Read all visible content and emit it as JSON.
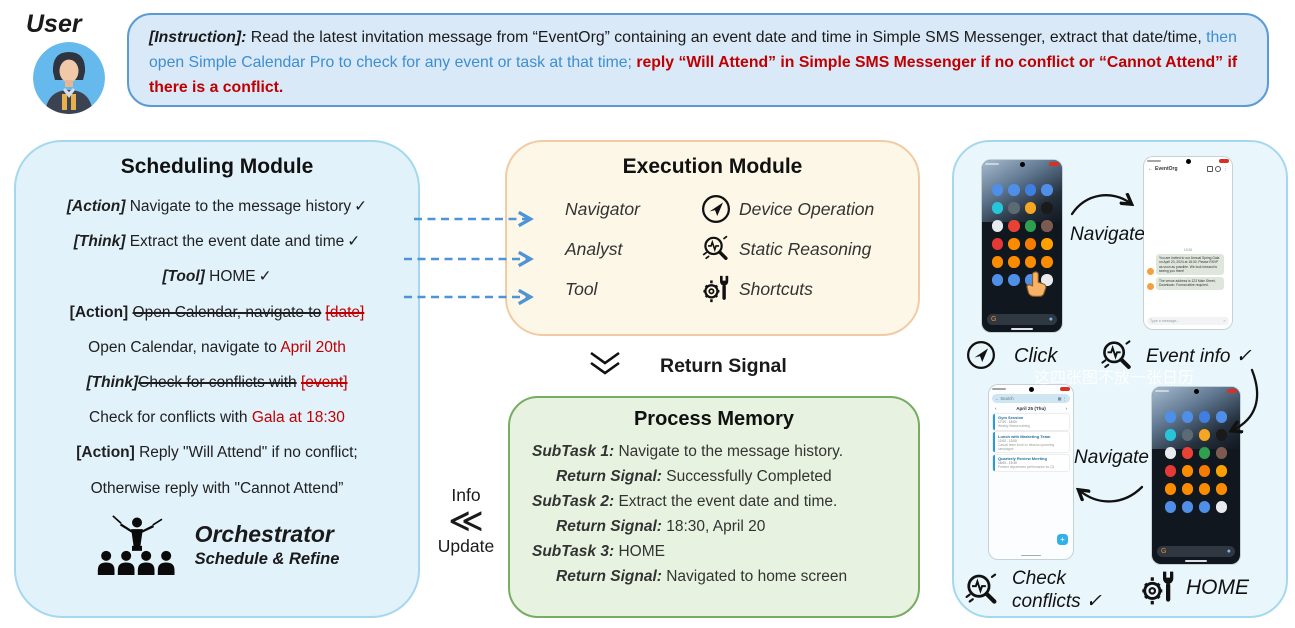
{
  "user": {
    "label": "User"
  },
  "instruction": {
    "label": "[Instruction]:",
    "part_black": "Read the latest invitation message from “EventOrg” containing an event date and time in Simple SMS Messenger, extract that date/time,",
    "part_blue": "then open Simple Calendar Pro to check for any event or task at that time;",
    "part_red": "reply “Will Attend” in Simple SMS Messenger if no conflict or “Cannot Attend” if there is a conflict."
  },
  "scheduling": {
    "title": "Scheduling Module",
    "steps": [
      {
        "tag": "[Action]",
        "text": "Navigate to the message history",
        "check": "✓"
      },
      {
        "tag": "[Think]",
        "text": "Extract the event date and time",
        "check": "✓"
      },
      {
        "tag": "[Tool]",
        "text": "HOME",
        "check": "✓"
      },
      {
        "tag": "[Action]",
        "struck": "Open Calendar, navigate to",
        "struck_red": "[date]"
      },
      {
        "text": "Open Calendar, navigate to",
        "red": "April 20th"
      },
      {
        "tag": "[Think]",
        "struck": "Check for conflicts with",
        "struck_red": "[event]"
      },
      {
        "text": "Check for conflicts with",
        "red": "Gala at 18:30"
      },
      {
        "tag": "[Action]",
        "text": "Reply \"Will Attend\" if no conflict;"
      },
      {
        "text": "Otherwise reply with \"Cannot Attend”"
      }
    ],
    "orchestrator": {
      "title": "Orchestrator",
      "subtitle": "Schedule & Refine"
    }
  },
  "execution": {
    "title": "Execution Module",
    "rows": [
      {
        "role": "Navigator",
        "icon": "paper-plane-icon",
        "desc": "Device Operation"
      },
      {
        "role": "Analyst",
        "icon": "magnifier-pulse-icon",
        "desc": "Static Reasoning"
      },
      {
        "role": "Tool",
        "icon": "gear-wrench-icon",
        "desc": "Shortcuts"
      }
    ]
  },
  "return_signal": {
    "label": "Return Signal"
  },
  "info_update": {
    "top": "Info",
    "glyph": "≪",
    "bottom": "Update"
  },
  "memory": {
    "title": "Process Memory",
    "entries": [
      {
        "label": "SubTask 1:",
        "text": "Navigate to the message history.",
        "indent": false
      },
      {
        "label": "Return Signal:",
        "text": "Successfully Completed",
        "indent": true
      },
      {
        "label": "SubTask 2:",
        "text": "Extract the event date and time.",
        "indent": false
      },
      {
        "label": "Return Signal:",
        "text": "18:30, April 20",
        "indent": true
      },
      {
        "label": "SubTask 3:",
        "text": "HOME",
        "indent": false
      },
      {
        "label": "Return Signal:",
        "text": "Navigated to home screen",
        "indent": true
      }
    ]
  },
  "right_panel": {
    "watermark": "这四张图不放一张日历",
    "labels": {
      "navigate_top": "Navigate",
      "click": "Click",
      "event_info": "Event info ✓",
      "navigate_bottom": "Navigate",
      "check_line1": "Check",
      "check_line2": "conflicts ✓",
      "home": "HOME"
    },
    "home_screen": {
      "search_g": "G",
      "mic": "🎙",
      "icon_colors": [
        "#4f8fe8",
        "#4f8fe8",
        "#3f7fe0",
        "#4f8fe8",
        "#26c6da",
        "#5c6b73",
        "#f5a623",
        "#1a1a1a",
        "#e8eaed",
        "#e94235",
        "#2e9e4f",
        "#7d5a50",
        "#e53935",
        "#fb8c00",
        "#f57c00",
        "#ffa000",
        "#fb8c00",
        "#fb8c00",
        "#fb8c00",
        "#fb8c00",
        "#4f8fe8",
        "#4f8fe8",
        "#4f8fe8",
        "#e8eaed"
      ]
    },
    "sms_screen": {
      "back": "←",
      "contact": "EventOrg",
      "time": "18:56",
      "message1": "You are invited to our Annual Spring Gala on April 20, 2024 at 18:30. Please RSVP as soon as possible. We look forward to seeing you there!",
      "message2": "The venue address is 123 Main Street, Downtown. Formal attire required.",
      "input_placeholder": "Type a message...",
      "send": "➢"
    },
    "calendar_screen": {
      "back": "←",
      "search_placeholder": "Search",
      "prev": "‹",
      "next": "›",
      "date_header": "April 25 (Thu)",
      "events": [
        {
          "title": "Gym Session",
          "time": "17:00 - 18:00",
          "desc": "Weekly fitness training"
        },
        {
          "title": "Lunch with Marketing Team",
          "time": "12:00 - 13:00",
          "desc": "Casual team lunch to discuss upcoming campaigns"
        },
        {
          "title": "Quarterly Review Meeting",
          "time": "18:00 - 19:30",
          "desc": "Present department performance for Q1"
        }
      ],
      "fab": "+"
    }
  },
  "colors": {
    "accent_blue": "#3e8ed0",
    "alert_red": "#c00000",
    "sched_bg": "#e1f2fb",
    "exec_bg": "#fdf7e7",
    "memory_bg": "#e7f3e0",
    "panel_bg": "#e9f6fc",
    "arrow_blue": "#4e94d6"
  }
}
